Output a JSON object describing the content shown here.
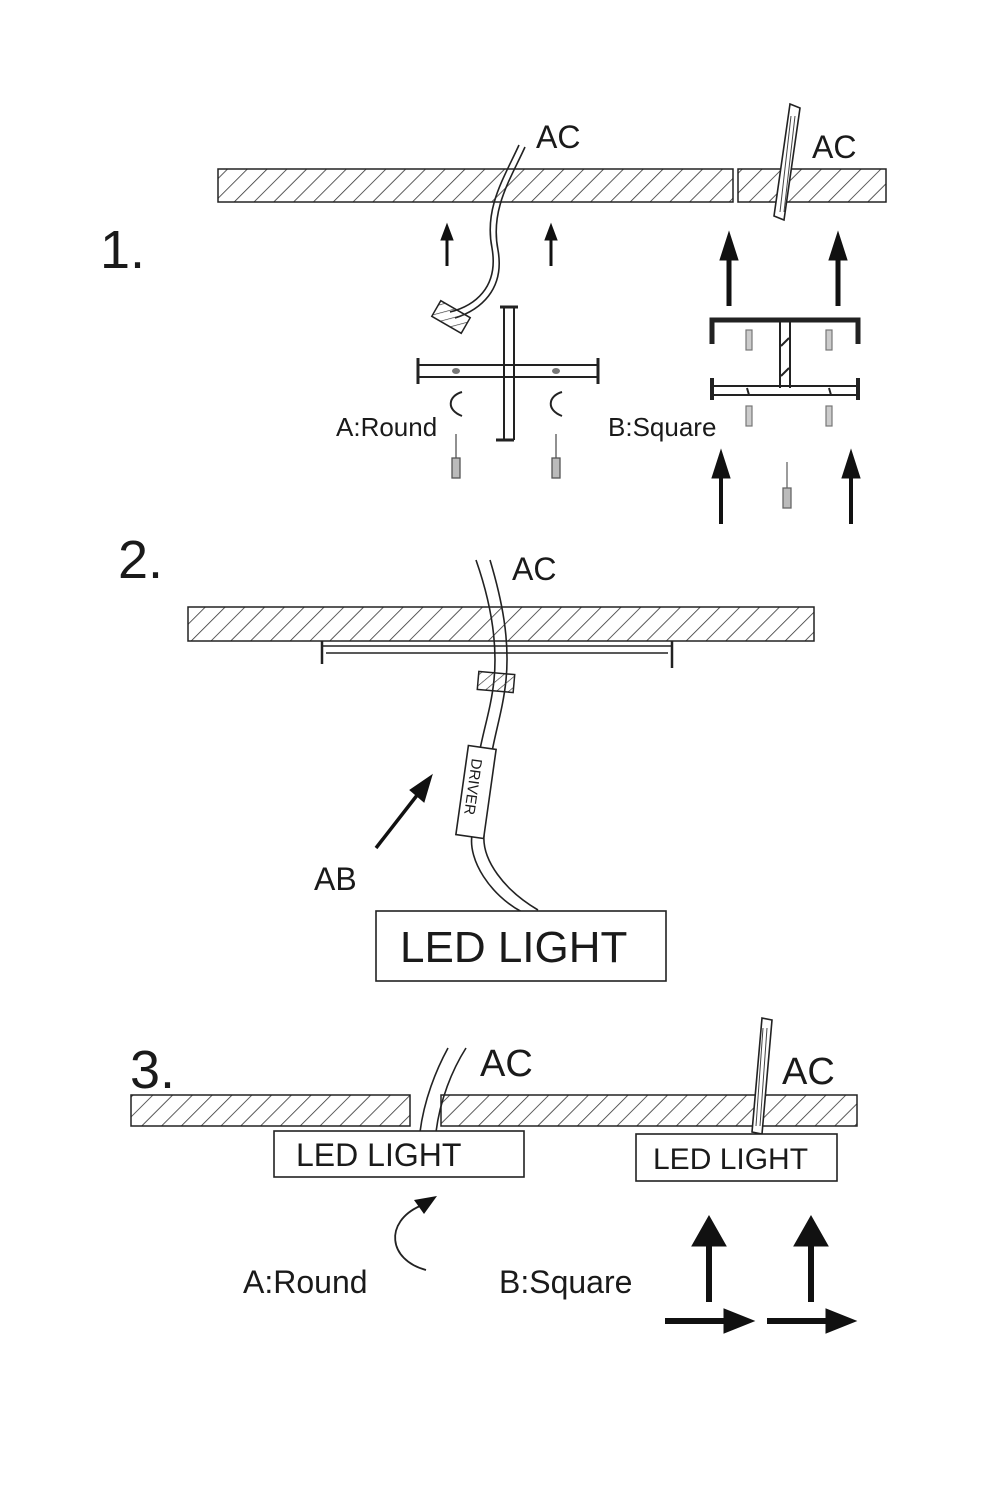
{
  "colors": {
    "ink": "#1a1a1a",
    "background": "#ffffff",
    "hatch": "#333333"
  },
  "step1": {
    "number": "1.",
    "ac_left": "AC",
    "ac_right": "AC",
    "option_a": "A:Round",
    "option_b": "B:Square"
  },
  "step2": {
    "number": "2.",
    "ac": "AC",
    "driver": "DRIVER",
    "arrow_label": "AB",
    "led_light": "LED LIGHT"
  },
  "step3": {
    "number": "3.",
    "ac_left": "AC",
    "ac_right": "AC",
    "led_left": "LED LIGHT",
    "led_right": "LED LIGHT",
    "option_a": "A:Round",
    "option_b": "B:Square"
  }
}
